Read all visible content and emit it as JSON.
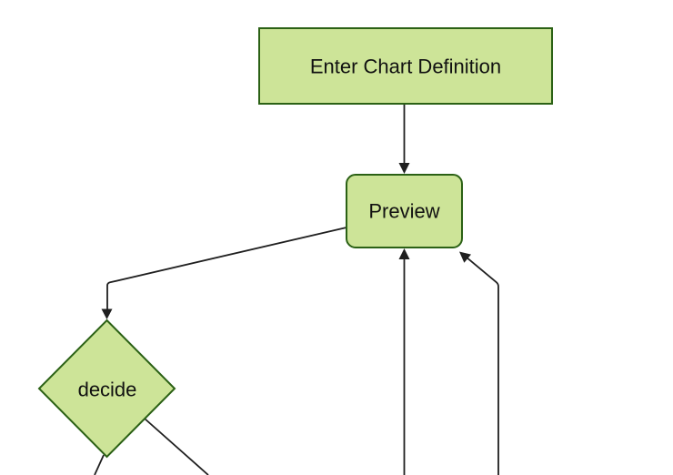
{
  "diagram": {
    "type": "flowchart",
    "direction": "top-down",
    "nodes": [
      {
        "id": "enter-chart-definition",
        "label": "Enter Chart Definition",
        "shape": "rectangle"
      },
      {
        "id": "preview",
        "label": "Preview",
        "shape": "rounded-rectangle"
      },
      {
        "id": "decide",
        "label": "decide",
        "shape": "diamond"
      }
    ],
    "edges": [
      {
        "from": "enter-chart-definition",
        "to": "preview",
        "arrow": "true",
        "note": "vertical arrow into top of Preview"
      },
      {
        "from": "preview",
        "to": "decide",
        "arrow": "true",
        "note": "leaves left side of Preview, bends down into top of decide diamond"
      },
      {
        "from": "offscreen-bottom",
        "to": "preview",
        "arrow": "true",
        "note": "vertical line from bottom edge into bottom center of Preview"
      },
      {
        "from": "offscreen-bottom-right",
        "to": "preview",
        "arrow": "true",
        "note": "vertical line from bottom edge bending into bottom-right corner of Preview"
      },
      {
        "from": "decide",
        "to": "offscreen-bottom",
        "arrow": "false",
        "note": "line from bottom vertex of diamond running off bottom edge"
      },
      {
        "from": "decide",
        "to": "offscreen-bottom-right",
        "arrow": "false",
        "note": "line from lower-right edge of diamond running off bottom edge"
      }
    ]
  },
  "colors": {
    "node_fill": "#cde498",
    "node_border": "#2b6115",
    "edge": "#1f1f1f",
    "text": "#111111",
    "background": "#ffffff"
  }
}
